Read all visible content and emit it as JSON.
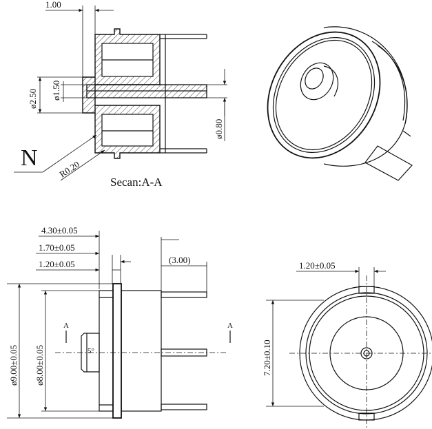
{
  "labels": {
    "top_thickness": "1.00",
    "dia_2_50": "ø2.50",
    "dia_1_50": "ø1.50",
    "dia_0_80": "ø0.80",
    "radius": "R0.20",
    "view_N": "N",
    "section_caption": "Secan:A-A",
    "len_4_30": "4.30±0.05",
    "len_1_70": "1.70±0.05",
    "len_1_20": "1.20±0.05",
    "len_3_00": "(3.00)",
    "dia_9_00": "ø9.00±0.05",
    "dia_8_00": "ø8.00±0.05",
    "section_mark_left": "A",
    "section_mark_right": "A",
    "angle_5": "5°",
    "width_1_20": "1.20±0.05",
    "dim_7_20": "7.20±0.10"
  }
}
